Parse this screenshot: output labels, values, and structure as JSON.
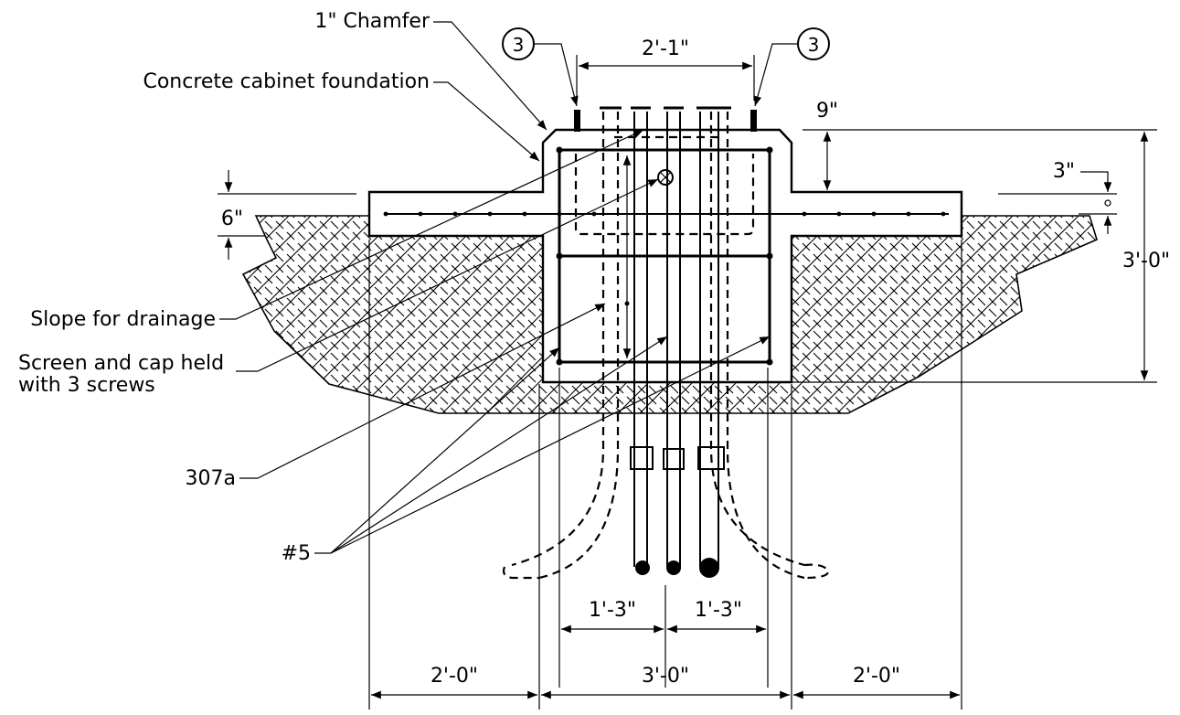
{
  "labels": {
    "chamfer": "1\" Chamfer",
    "foundation": "Concrete cabinet foundation",
    "slope": "Slope for drainage",
    "screen_line1": "Screen and cap held",
    "screen_line2": "with 3 screws",
    "ref_307a": "307a",
    "rebar_5": "#5"
  },
  "callouts": {
    "left": "3",
    "right": "3"
  },
  "dimensions": {
    "top_width": "2'-1\"",
    "cap_height": "9\"",
    "slab_offset": "3\"",
    "slab_thickness": "6\"",
    "overall_height": "3'-0\"",
    "conduit_left": "1'-3\"",
    "conduit_right": "1'-3\"",
    "bottom_left": "2'-0\"",
    "bottom_center": "3'-0\"",
    "bottom_right": "2'-0\""
  }
}
